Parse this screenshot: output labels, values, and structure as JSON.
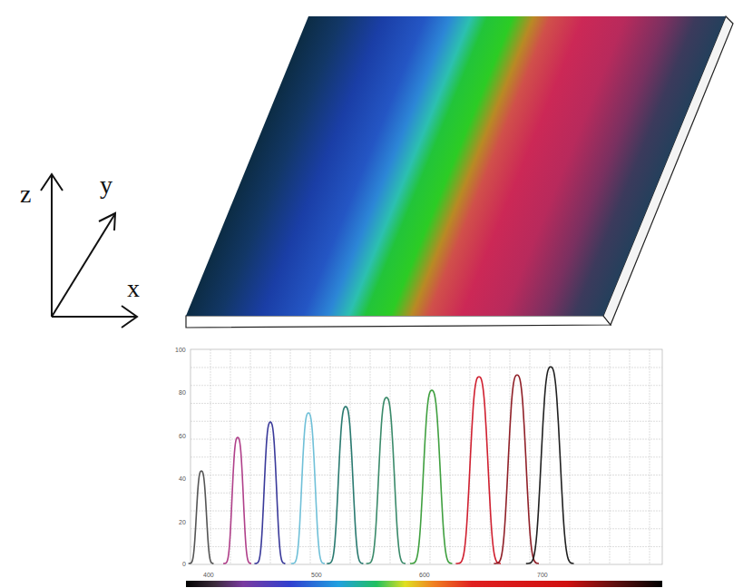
{
  "diagram": {
    "labels": [
      "z",
      "y",
      "x",
      "100",
      "80",
      "60",
      "40",
      "20",
      "0",
      "400",
      "500",
      "600",
      "700"
    ]
  }
}
